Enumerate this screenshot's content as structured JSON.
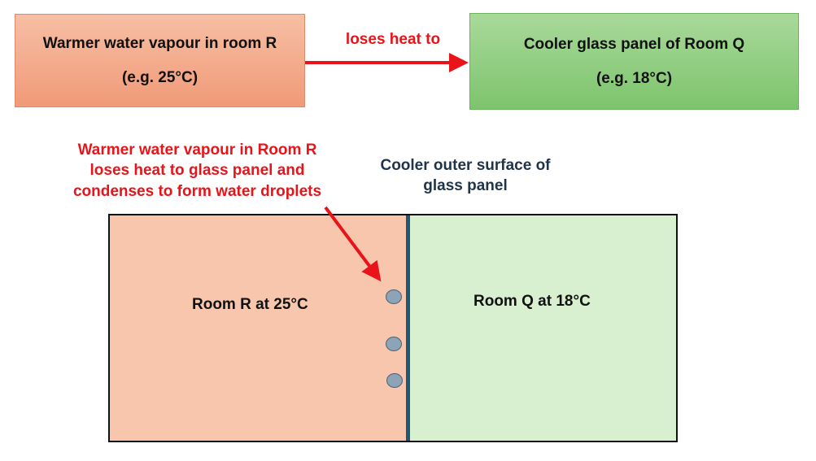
{
  "warm_box": {
    "line1": "Warmer water vapour in room R",
    "line2": "(e.g. 25°C)"
  },
  "cool_box": {
    "line1": "Cooler glass panel of Room Q",
    "line2": "(e.g.  18°C)"
  },
  "arrow_label": "loses heat to",
  "condensation_label": {
    "line1": "Warmer water vapour in Room R",
    "line2": "loses heat to glass panel and",
    "line3": "condenses to form water droplets"
  },
  "surface_label": {
    "line1": "Cooler outer surface of",
    "line2": "glass panel"
  },
  "room_r_label": "Room R at 25°C",
  "room_q_label": "Room Q at 18°C",
  "colors": {
    "warm_box": "#f4ab8c",
    "cool_box": "#8fcf7f",
    "room_r": "#f7c6ac",
    "room_q": "#d8f0cf",
    "glass": "#1f5876",
    "arrow": "#e8141a",
    "droplet": "#8da3b7"
  }
}
